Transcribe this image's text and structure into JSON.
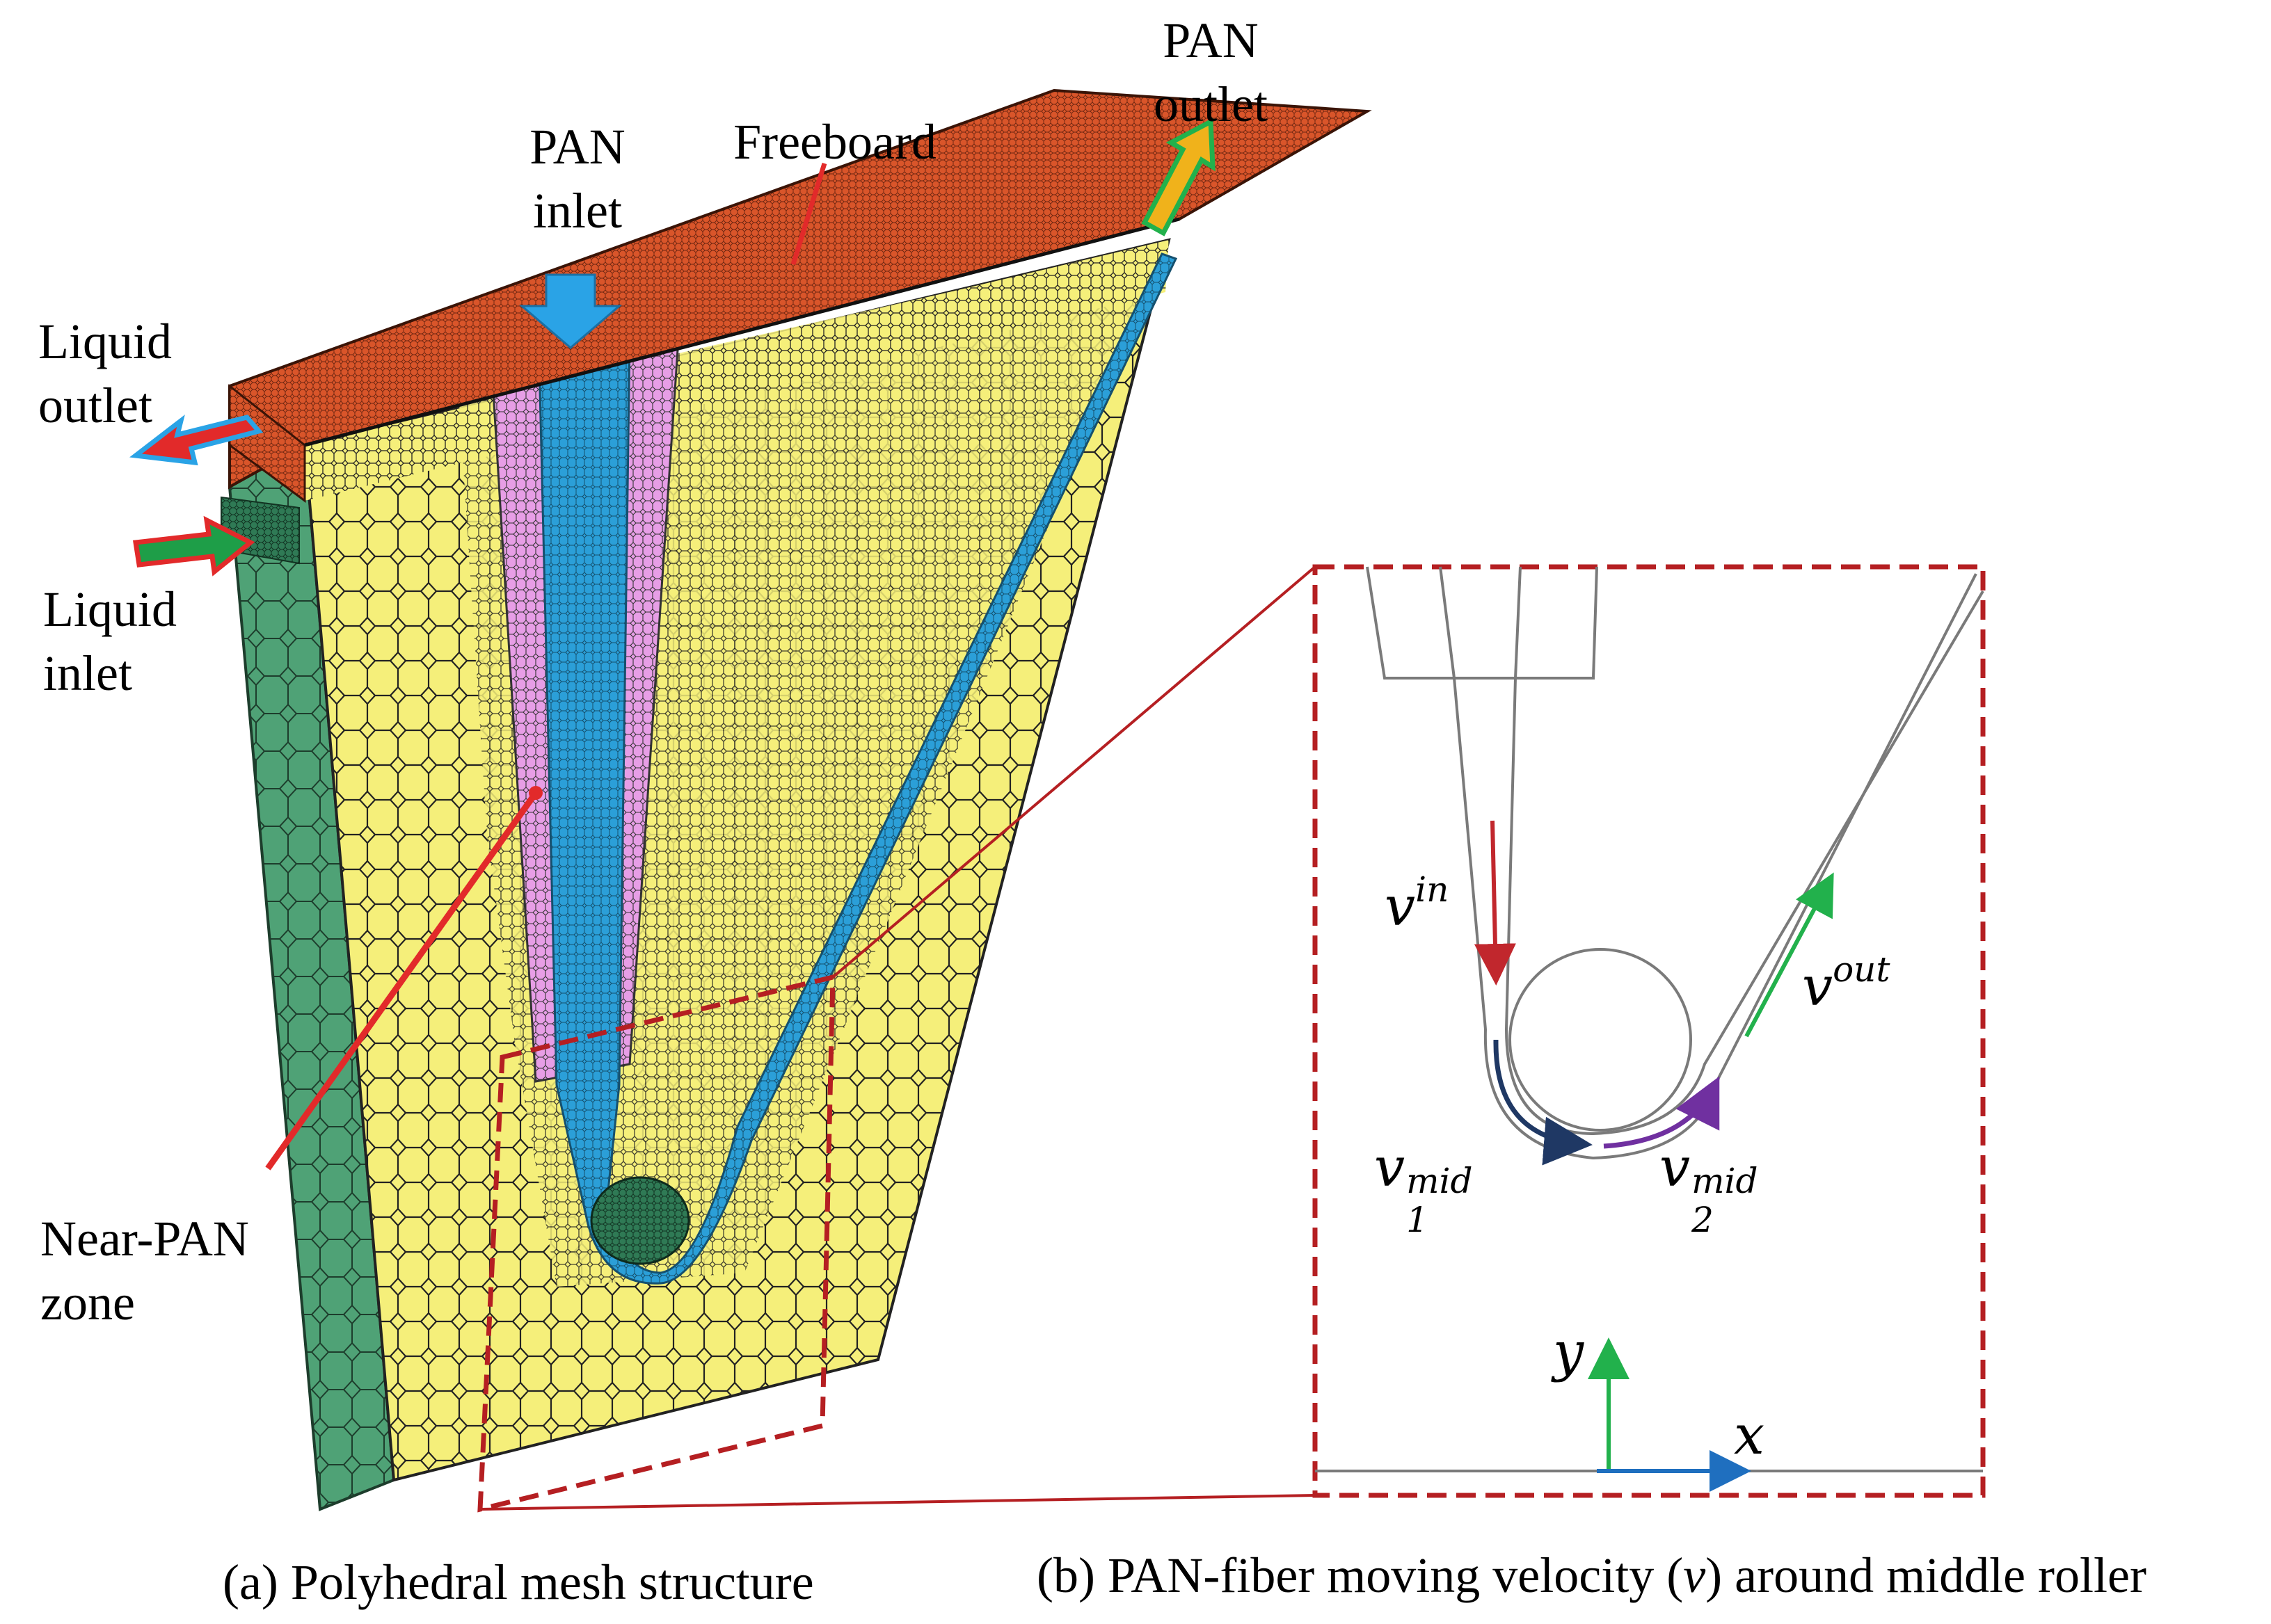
{
  "panel_a": {
    "labels": {
      "pan_inlet": [
        "PAN",
        "inlet"
      ],
      "pan_outlet": [
        "PAN",
        "outlet"
      ],
      "freeboard": "Freeboard",
      "liquid_outlet": [
        "Liquid",
        "outlet"
      ],
      "liquid_inlet": [
        "Liquid",
        "inlet"
      ],
      "near_pan_zone": [
        "Near-PAN",
        "zone"
      ]
    },
    "caption": "(a) Polyhedral mesh structure"
  },
  "panel_b": {
    "velocity_labels": {
      "v_in": {
        "base": "v",
        "sup": "in"
      },
      "v_out": {
        "base": "v",
        "sup": "out"
      },
      "v1_mid": {
        "base": "v",
        "sup": "mid",
        "sub": "1"
      },
      "v2_mid": {
        "base": "v",
        "sup": "mid",
        "sub": "2"
      }
    },
    "axes": {
      "x": "x",
      "y": "y"
    },
    "caption_before": "(b) PAN-fiber moving velocity (",
    "caption_var": "v",
    "caption_after": ") around middle roller"
  },
  "colors": {
    "freeboard": "#d9552a",
    "mesh_yellow": "#f5ef7a",
    "near_pan_zone": "#e79ee6",
    "pan_region": "#2b9fd8",
    "side_face": "#4fa276",
    "callout_red": "#b51f22",
    "v_in_arrow": "#c1272d",
    "v1_mid_arrow": "#1f3864",
    "v2_mid_arrow": "#7030a0",
    "v_out_arrow": "#22b14c",
    "axis_y": "#22b14c",
    "axis_x": "#1f6fbf"
  }
}
